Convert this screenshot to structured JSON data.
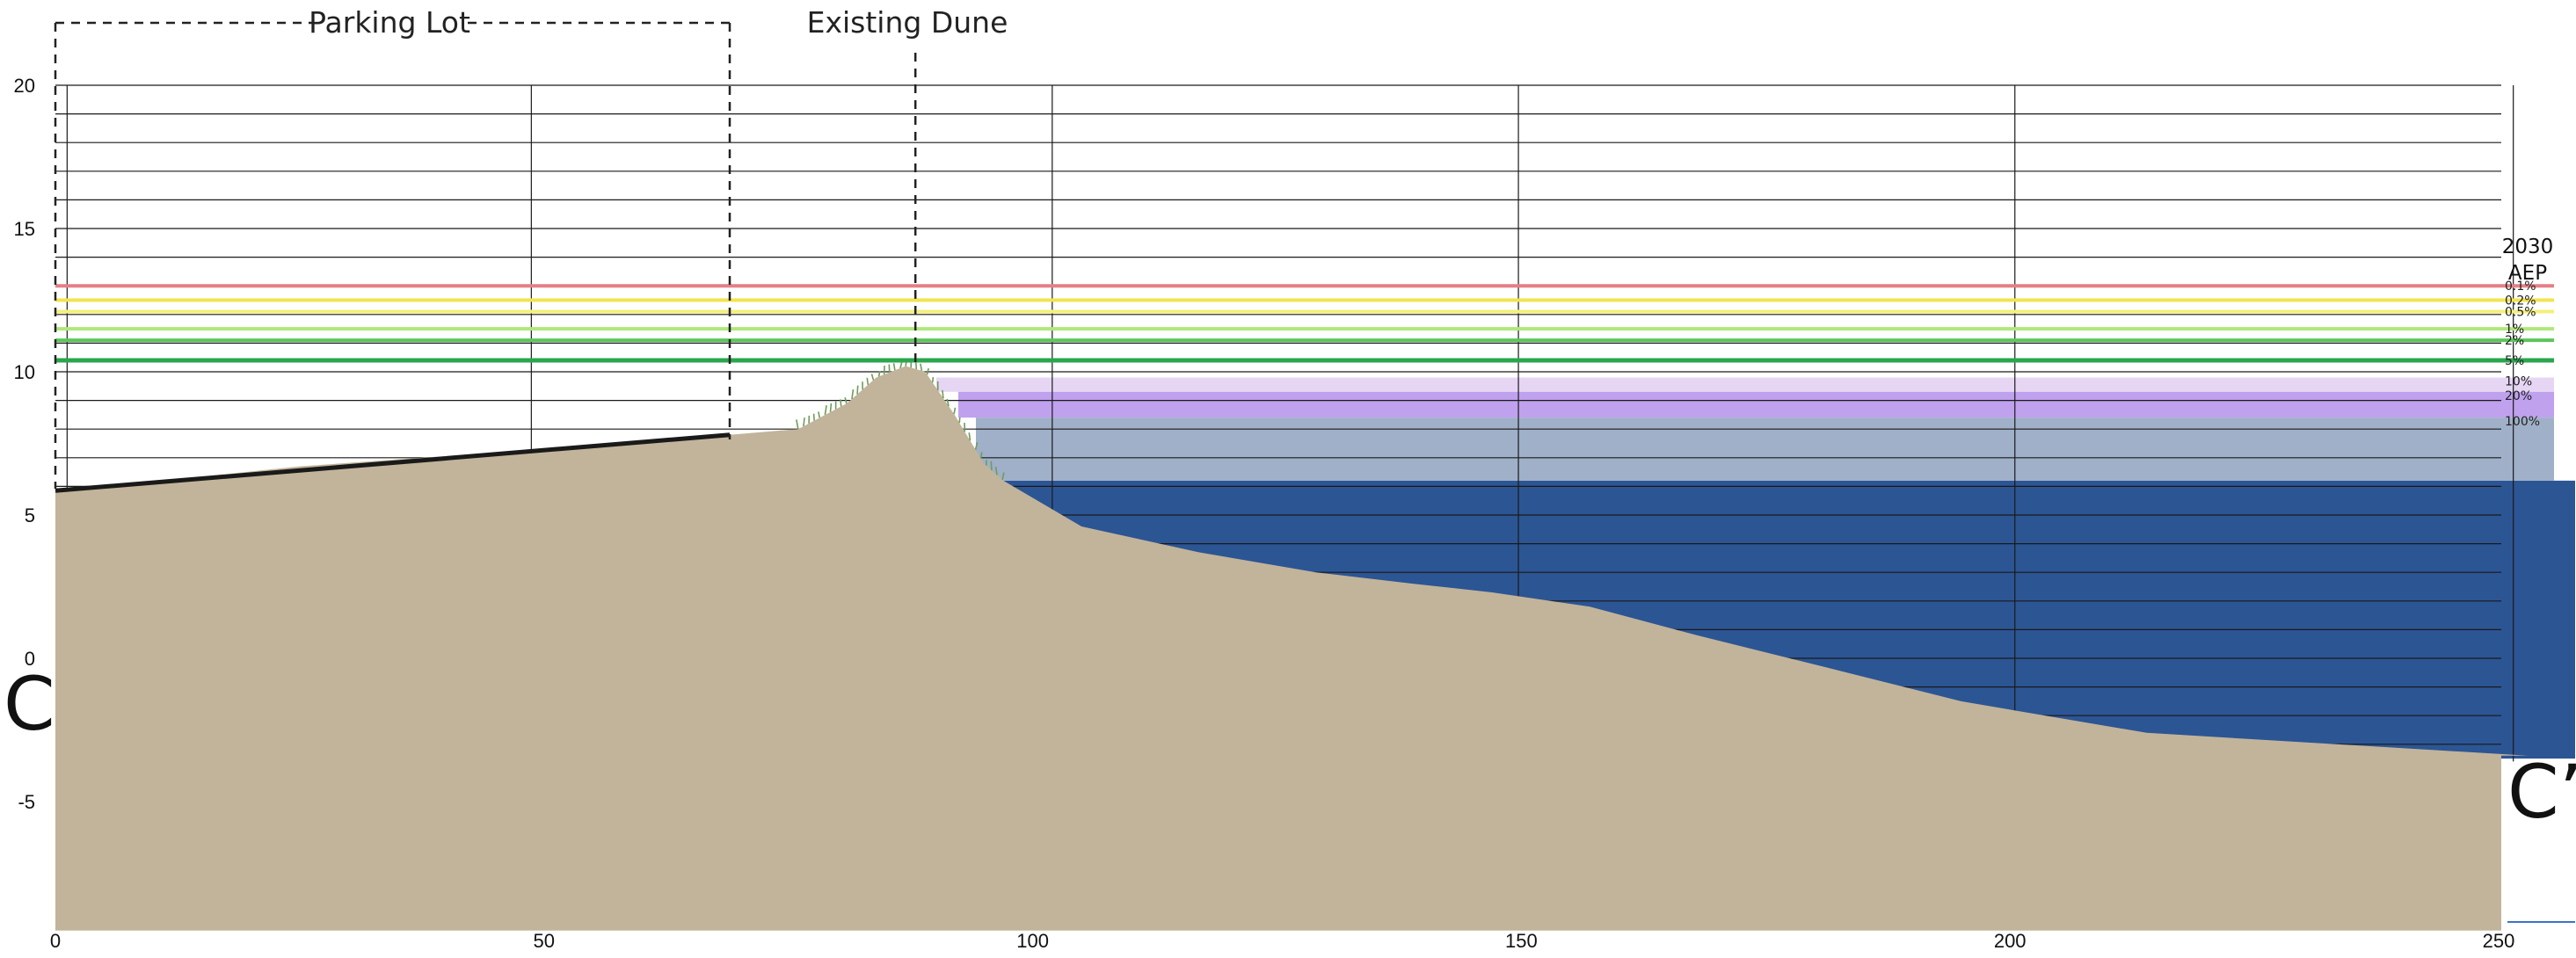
{
  "callouts": {
    "parking_lot": "Parking Lot",
    "existing_dune": "Existing Dune"
  },
  "section": {
    "start_label": "C",
    "end_label": "C’"
  },
  "legend": {
    "title_line1": "2030",
    "title_line2": "AEP"
  },
  "chart_data": {
    "type": "area",
    "xlim": [
      0,
      253
    ],
    "ylim": [
      -9.5,
      21
    ],
    "x_ticks": [
      0,
      50,
      100,
      150,
      200,
      250
    ],
    "y_ticks": [
      20,
      15,
      10,
      5,
      0,
      -5
    ],
    "x_tick_labels": [
      "0",
      "50",
      "100",
      "150",
      "200",
      "250"
    ],
    "y_tick_labels": [
      "20",
      "15",
      "10",
      "5",
      "0",
      "-5"
    ],
    "grid": true,
    "grid_y_step": 1,
    "grid_x": [
      1.2,
      48.7,
      102,
      149.7,
      200.5,
      251.5
    ],
    "ground_profile": [
      [
        0,
        5.8
      ],
      [
        25,
        6.7
      ],
      [
        50,
        7.3
      ],
      [
        69,
        7.8
      ],
      [
        76,
        8.0
      ],
      [
        81,
        8.9
      ],
      [
        84,
        9.8
      ],
      [
        87,
        10.2
      ],
      [
        89,
        10.0
      ],
      [
        92,
        8.5
      ],
      [
        95,
        6.8
      ],
      [
        97,
        6.2
      ],
      [
        105,
        4.6
      ],
      [
        117,
        3.7
      ],
      [
        129,
        3.0
      ],
      [
        139,
        2.6
      ],
      [
        147,
        2.3
      ],
      [
        157,
        1.8
      ],
      [
        168,
        0.8
      ],
      [
        181,
        -0.3
      ],
      [
        195,
        -1.5
      ],
      [
        214,
        -2.6
      ],
      [
        253,
        -3.4
      ]
    ],
    "parking_lot_surface": {
      "x": [
        0,
        69
      ],
      "y": [
        5.85,
        7.8
      ]
    },
    "water_levels": [
      {
        "label": "0.1%",
        "level": 13.0,
        "color": "#e57f86"
      },
      {
        "label": "0.2%",
        "level": 12.5,
        "color": "#f2e44f"
      },
      {
        "label": "0.5%",
        "level": 12.1,
        "color": "#f4f07a"
      },
      {
        "label": "1%",
        "level": 11.5,
        "color": "#aee87a"
      },
      {
        "label": "2%",
        "level": 11.1,
        "color": "#5cc75a"
      },
      {
        "label": "5%",
        "level": 10.4,
        "color": "#2aa64d"
      },
      {
        "label": "10%",
        "level": 9.8,
        "color": "#e6d6f4"
      },
      {
        "label": "20%",
        "level": 9.3,
        "color": "#bfa1ee"
      },
      {
        "label": "100%",
        "level": 8.4,
        "color": "#9fb0c8"
      }
    ],
    "mean_water_level": 6.2,
    "callout_x": {
      "parking_lot_start": 0,
      "parking_lot_end": 69,
      "dune_crest": 88
    },
    "colors": {
      "ground": "#c2b49a",
      "deep_water": "#2c5594",
      "grid": "#1a1a1a",
      "parking_surface": "#1a1a1a",
      "vegetation": "#6f9c5b"
    }
  }
}
